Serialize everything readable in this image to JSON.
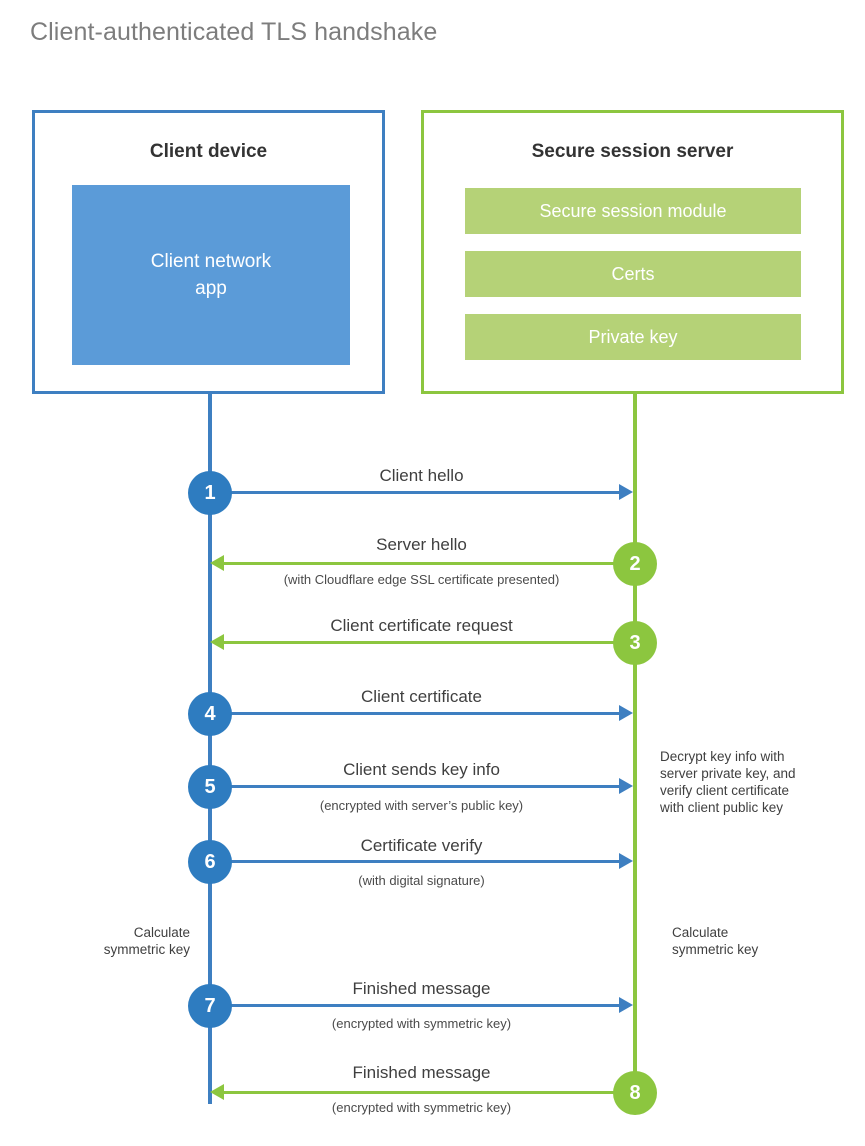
{
  "title": "Client-authenticated TLS handshake",
  "colors": {
    "client_accent": "#3e7fc1",
    "client_fill": "#5b9bd8",
    "client_circle": "#2e7cc0",
    "server_accent": "#8cc63f",
    "server_fill": "#b5d277",
    "title_text": "#7d7d7d",
    "body_text": "#3f3f3f"
  },
  "client": {
    "title": "Client device",
    "app_label": "Client network\napp"
  },
  "server": {
    "title": "Secure session server",
    "components": [
      {
        "label": "Secure session module"
      },
      {
        "label": "Certs"
      },
      {
        "label": "Private key"
      }
    ]
  },
  "steps": [
    {
      "number": "1",
      "label": "Client hello",
      "sublabel": "",
      "direction": "client-to-server",
      "side": "client"
    },
    {
      "number": "2",
      "label": "Server hello",
      "sublabel": "(with Cloudflare edge SSL certificate presented)",
      "direction": "server-to-client",
      "side": "server"
    },
    {
      "number": "3",
      "label": "Client certificate request",
      "sublabel": "",
      "direction": "server-to-client",
      "side": "server"
    },
    {
      "number": "4",
      "label": "Client certificate",
      "sublabel": "",
      "direction": "client-to-server",
      "side": "client"
    },
    {
      "number": "5",
      "label": "Client sends key info",
      "sublabel": "(encrypted with server’s public key)",
      "direction": "client-to-server",
      "side": "client"
    },
    {
      "number": "6",
      "label": "Certificate verify",
      "sublabel": "(with digital signature)",
      "direction": "client-to-server",
      "side": "client"
    },
    {
      "number": "7",
      "label": "Finished message",
      "sublabel": "(encrypted with symmetric key)",
      "direction": "client-to-server",
      "side": "client"
    },
    {
      "number": "8",
      "label": "Finished message",
      "sublabel": "(encrypted with symmetric key)",
      "direction": "server-to-client",
      "side": "server"
    }
  ],
  "annotations": {
    "server_decrypt": "Decrypt key info with\nserver private key, and\nverify client certificate\nwith client public key",
    "client_calculate": "Calculate\nsymmetric key",
    "server_calculate": "Calculate\nsymmetric key"
  }
}
